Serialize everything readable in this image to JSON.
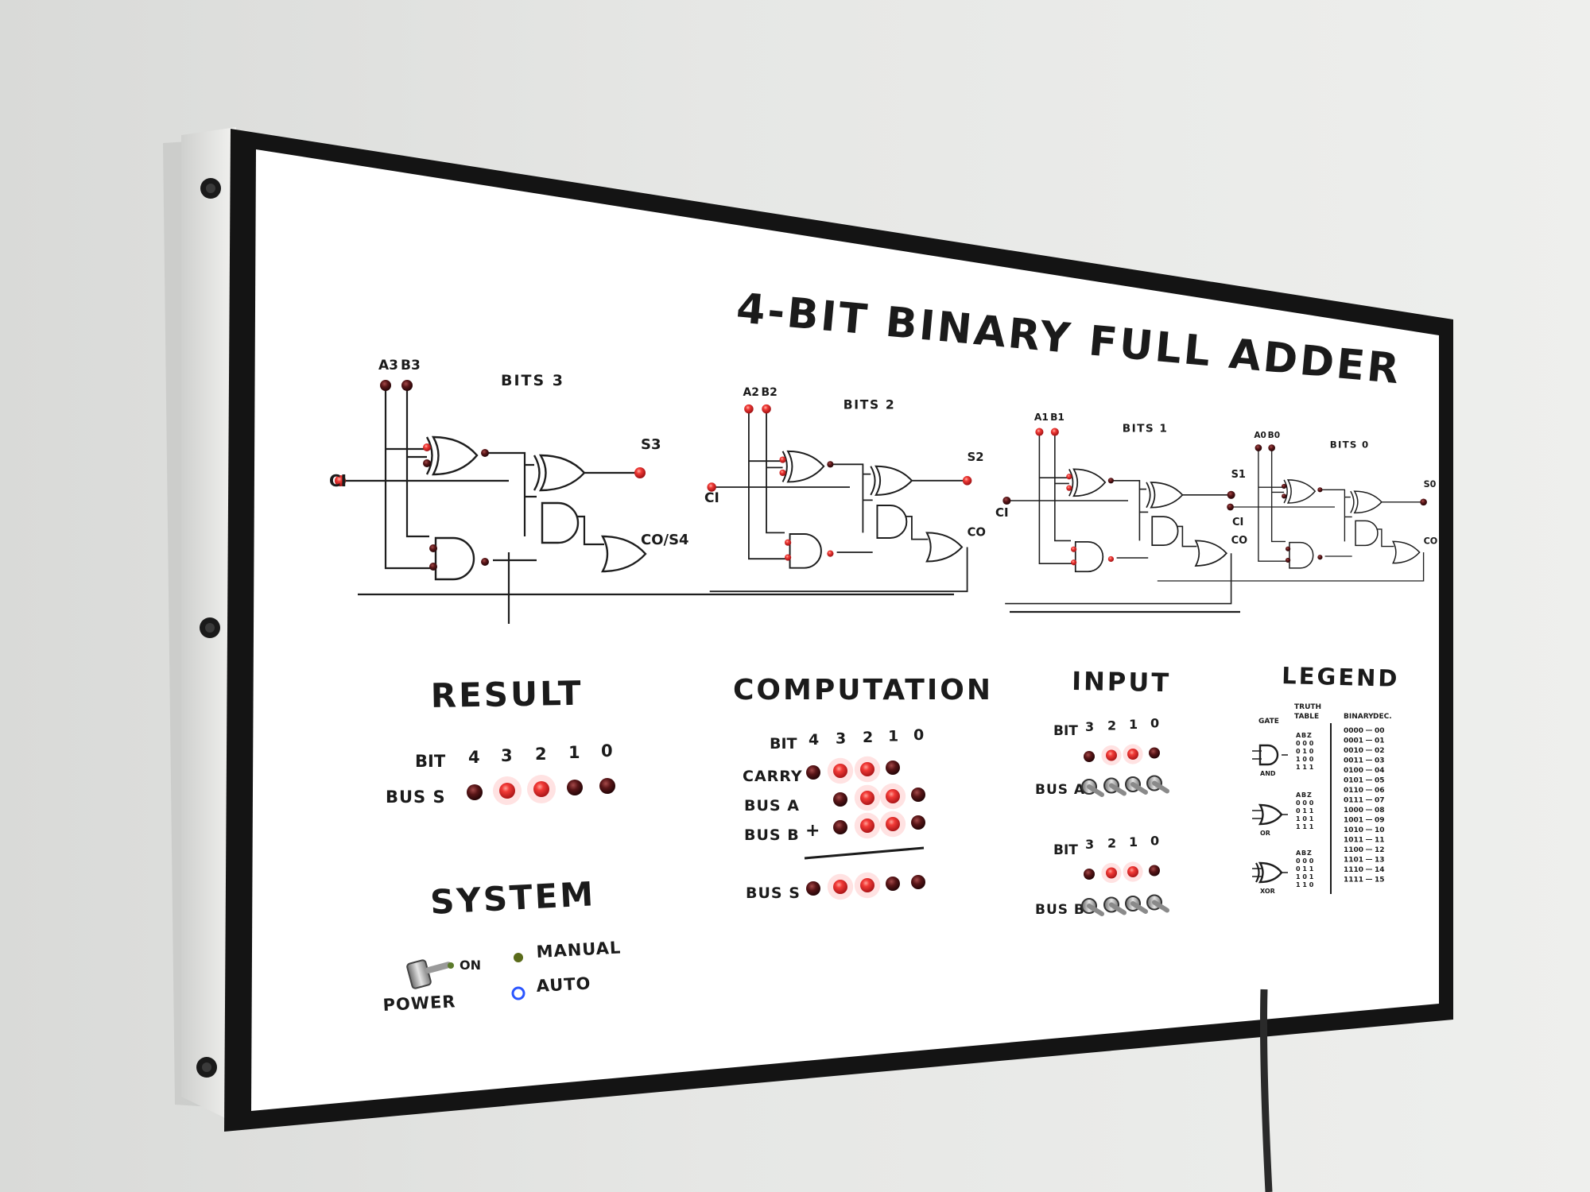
{
  "panel": {
    "title": "4-BIT BINARY FULL ADDER"
  },
  "circuit": {
    "carry_in_label": "CI",
    "stages": [
      {
        "label": "BITS 3",
        "a": "A3",
        "b": "B3",
        "sum": "S3",
        "carry_out": "CO/S4"
      },
      {
        "label": "BITS 2",
        "a": "A2",
        "b": "B2",
        "sum": "S2",
        "carry_out": "CO"
      },
      {
        "label": "BITS 1",
        "a": "A1",
        "b": "B1",
        "sum": "S1",
        "carry_out": "CO"
      },
      {
        "label": "BITS 0",
        "a": "A0",
        "b": "B0",
        "sum": "S0",
        "carry_out": "CO"
      }
    ]
  },
  "result": {
    "heading": "RESULT",
    "bit_label": "BIT",
    "bits": [
      "4",
      "3",
      "2",
      "1",
      "0"
    ],
    "bus_label": "BUS S",
    "led_states": [
      0,
      1,
      1,
      0,
      0
    ]
  },
  "system": {
    "heading": "SYSTEM",
    "power_label": "POWER",
    "on_label": "ON",
    "manual_label": "MANUAL",
    "auto_label": "AUTO",
    "manual_color": "#5a6b1a",
    "auto_color": "#2a55ff"
  },
  "computation": {
    "heading": "COMPUTATION",
    "bit_label": "BIT",
    "bits": [
      "4",
      "3",
      "2",
      "1",
      "0"
    ],
    "carry_label": "CARRY",
    "bus_a_label": "BUS A",
    "bus_b_label": "BUS B",
    "plus": "+",
    "bus_s_label": "BUS S",
    "carry_leds": [
      0,
      1,
      1,
      0,
      null
    ],
    "bus_a_leds": [
      null,
      0,
      1,
      1,
      0
    ],
    "bus_b_leds": [
      null,
      0,
      1,
      1,
      0
    ],
    "bus_s_leds": [
      0,
      1,
      1,
      0,
      0
    ]
  },
  "input": {
    "heading": "INPUT",
    "bit_label": "BIT",
    "bits": [
      "3",
      "2",
      "1",
      "0"
    ],
    "bus_a_label": "BUS A",
    "bus_b_label": "BUS B",
    "bus_a_leds": [
      0,
      1,
      1,
      0
    ],
    "bus_b_leds": [
      0,
      1,
      1,
      0
    ]
  },
  "legend": {
    "heading": "LEGEND",
    "gate_header": "GATE",
    "truth_header": [
      "TRUTH",
      "TABLE"
    ],
    "binary_header": "BINARY",
    "dec_header": "DEC.",
    "gates": [
      "AND",
      "OR",
      "XOR"
    ],
    "truth_columns": [
      "A",
      "B",
      "Z"
    ],
    "truth_tables": {
      "AND": [
        "000",
        "010",
        "100",
        "111"
      ],
      "OR": [
        "000",
        "011",
        "101",
        "111"
      ],
      "XOR": [
        "000",
        "011",
        "101",
        "110"
      ]
    },
    "binary_table": [
      [
        "0000",
        "00"
      ],
      [
        "0001",
        "01"
      ],
      [
        "0010",
        "02"
      ],
      [
        "0011",
        "03"
      ],
      [
        "0100",
        "04"
      ],
      [
        "0101",
        "05"
      ],
      [
        "0110",
        "06"
      ],
      [
        "0111",
        "07"
      ],
      [
        "1000",
        "08"
      ],
      [
        "1001",
        "09"
      ],
      [
        "1010",
        "10"
      ],
      [
        "1011",
        "11"
      ],
      [
        "1100",
        "12"
      ],
      [
        "1101",
        "13"
      ],
      [
        "1110",
        "14"
      ],
      [
        "1111",
        "15"
      ]
    ]
  },
  "colors": {
    "led_on": "#e8262a",
    "led_off": "#4a1214",
    "wall": "#e3e4e2",
    "frame": "#141414"
  }
}
